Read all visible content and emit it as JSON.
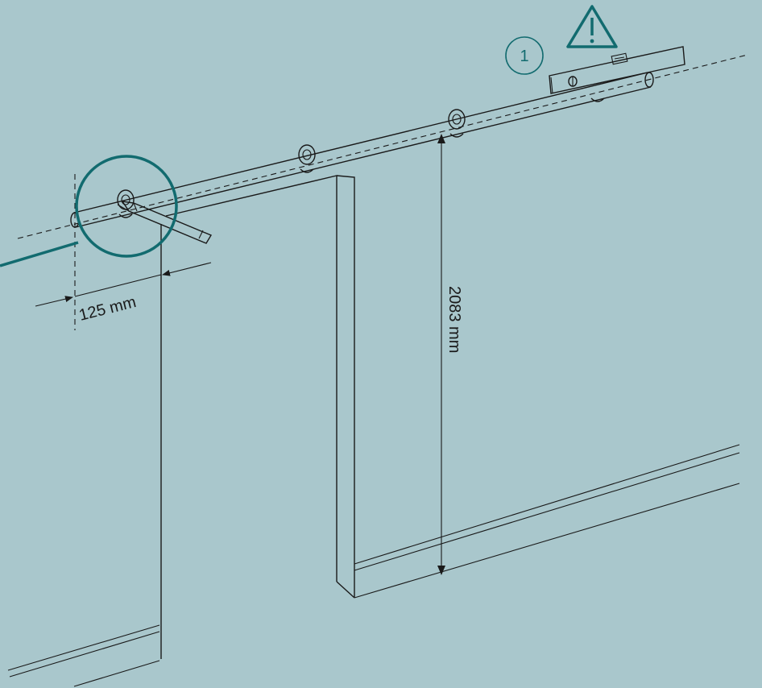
{
  "diagram": {
    "step_number": "1",
    "warning_icon": "warning-triangle-icon",
    "dimension_offset": "125 mm",
    "dimension_height": "2083 mm",
    "colors": {
      "background": "#a9c7cc",
      "line": "#1a1a1a",
      "accent": "#126b6f"
    }
  }
}
